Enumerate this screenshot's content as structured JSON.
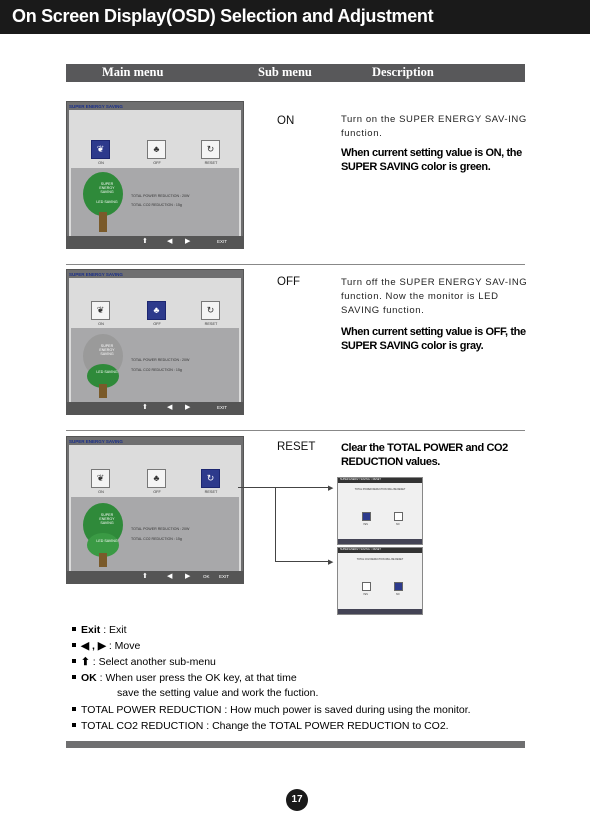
{
  "page": {
    "title": "On Screen Display(OSD) Selection and Adjustment",
    "page_number": "17"
  },
  "table_header": {
    "col1": "Main menu",
    "col2": "Sub menu",
    "col3": "Description"
  },
  "osd_screens": [
    {
      "title": "SUPER ENERGY SAVING",
      "icons": [
        {
          "label": "ON",
          "icon": "leaf-icon"
        },
        {
          "label": "OFF",
          "icon": "plant-icon"
        },
        {
          "label": "RESET",
          "icon": "reset-icon"
        }
      ],
      "selected": 0,
      "tree_text": "SUPER ENERGY SAVING",
      "led_text": "LED SAVING",
      "total_power": "TOTAL POWER REDUCTION : 20W",
      "total_co2": "TOTAL CO2 REDUCTION : 15g",
      "footer": [
        "⬆",
        "◀",
        "▶",
        "EXIT"
      ]
    },
    {
      "title": "SUPER ENERGY SAVING",
      "icons": [
        {
          "label": "ON",
          "icon": "leaf-icon"
        },
        {
          "label": "OFF",
          "icon": "plant-icon"
        },
        {
          "label": "RESET",
          "icon": "reset-icon"
        }
      ],
      "selected": 1,
      "tree_text": "SUPER ENERGY SAVING",
      "led_text": "LED SAVING",
      "total_power": "TOTAL POWER REDUCTION : 20W",
      "total_co2": "TOTAL CO2 REDUCTION : 15g",
      "footer": [
        "⬆",
        "◀",
        "▶",
        "EXIT"
      ]
    },
    {
      "title": "SUPER ENERGY SAVING",
      "icons": [
        {
          "label": "ON",
          "icon": "leaf-icon"
        },
        {
          "label": "OFF",
          "icon": "plant-icon"
        },
        {
          "label": "RESET",
          "icon": "reset-icon"
        }
      ],
      "selected": 2,
      "tree_text": "SUPER ENERGY SAVING",
      "led_text": "LED SAVING",
      "total_power": "TOTAL POWER REDUCTION : 20W",
      "total_co2": "TOTAL CO2 REDUCTION : 15g",
      "footer": [
        "⬆",
        "◀",
        "▶",
        "OK",
        "EXIT"
      ]
    }
  ],
  "rows": [
    {
      "sub": "ON",
      "desc": "Turn on the SUPER ENERGY SAV-ING function.",
      "desc_bold": "When current setting value is ON, the SUPER SAVING color is green."
    },
    {
      "sub": "OFF",
      "desc": "Turn off the SUPER ENERGY SAV-ING function. Now the monitor is LED SAVING function.",
      "desc_bold": "When current setting value is OFF, the SUPER SAVING color is gray."
    },
    {
      "sub": "RESET",
      "desc": "",
      "desc_bold": "Clear the TOTAL POWER and CO2 REDUCTION values."
    }
  ],
  "reset_popups": [
    {
      "title": "SUPER ENERGY SAVING > RESET",
      "text": "TOTAL POWER REDUCTION WILL BE RESET",
      "icons": [
        "YES",
        "NO"
      ],
      "selected": 0
    },
    {
      "title": "SUPER ENERGY SAVING > RESET",
      "text": "TOTAL CO2 REDUCTION WILL BE RESET",
      "icons": [
        "YES",
        "NO"
      ],
      "selected": 1
    }
  ],
  "notes": [
    {
      "key": "Exit",
      "text": ": Exit"
    },
    {
      "key": "◀ , ▶",
      "text": ": Move"
    },
    {
      "key": "⬆",
      "text": ": Select another sub-menu"
    },
    {
      "key": "OK",
      "text": ": When user press the OK key, at that time"
    },
    {
      "key": "",
      "text": "save the setting value and work the fuction."
    },
    {
      "key": "",
      "text": "TOTAL POWER REDUCTION : How much power is saved during using the monitor."
    },
    {
      "key": "",
      "text": "TOTAL CO2 REDUCTION : Change the TOTAL POWER REDUCTION to CO2."
    }
  ]
}
